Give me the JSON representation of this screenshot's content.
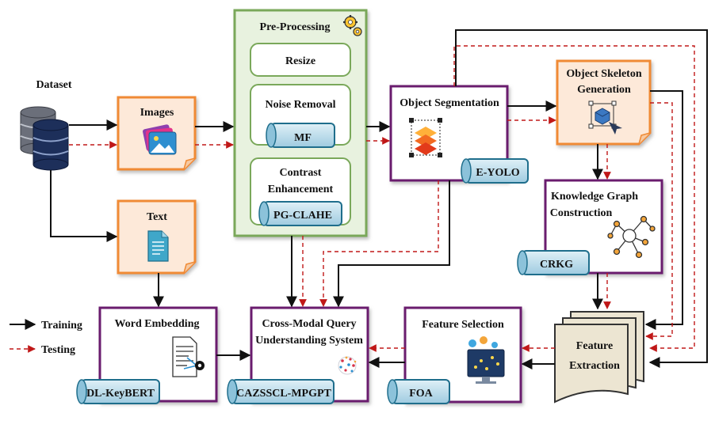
{
  "dataset": {
    "label": "Dataset"
  },
  "images": {
    "label": "Images"
  },
  "text": {
    "label": "Text"
  },
  "preprocessing": {
    "title": "Pre-Processing",
    "resize": "Resize",
    "noise_removal": "Noise Removal",
    "mf_tag": "MF",
    "contrast_line1": "Contrast",
    "contrast_line2": "Enhancement",
    "pgclahe_tag": "PG-CLAHE"
  },
  "object_segmentation": {
    "label": "Object Segmentation",
    "tag": "E-YOLO"
  },
  "object_skeleton": {
    "line1": "Object Skeleton",
    "line2": "Generation"
  },
  "knowledge_graph": {
    "line1": "Knowledge Graph",
    "line2": "Construction",
    "tag": "CRKG"
  },
  "feature_extraction": {
    "line1": "Feature",
    "line2": "Extraction"
  },
  "feature_selection": {
    "label": "Feature Selection",
    "tag": "FOA"
  },
  "cross_modal": {
    "line1": "Cross-Modal Query",
    "line2": "Understanding System",
    "tag": "CAZSSCL-MPGPT"
  },
  "word_embedding": {
    "label": "Word Embedding",
    "tag": "DL-KeyBERT"
  },
  "legend": {
    "training": "Training",
    "testing": "Testing"
  },
  "colors": {
    "orange": "#f08a34",
    "purple": "#6b1f6e",
    "green": "#7aa85a",
    "tag_fill": "#bcdcea",
    "dash_red": "#c01818"
  }
}
